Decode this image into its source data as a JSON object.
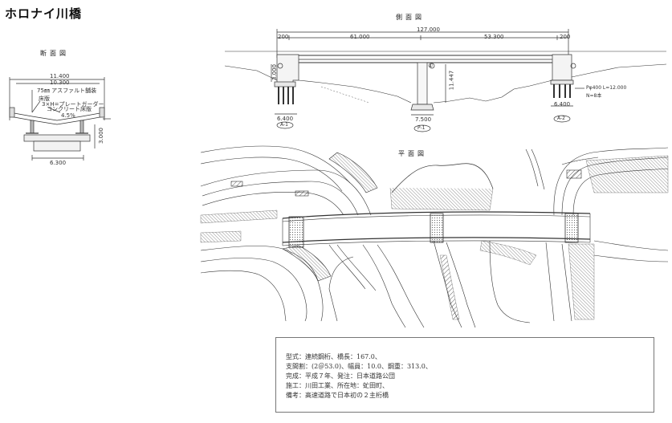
{
  "page_title": "ホロナイ川橋",
  "views": {
    "cross_section": "断面図",
    "side_view": "側面図",
    "plan_view": "平面図"
  },
  "cross_section_labels": {
    "total_width": "11.400",
    "road_width": "10.300",
    "pavement": "75㎜ アスファルト舗装",
    "slab": "床版",
    "girder": "3×H=プレートガーダー",
    "concrete": "コンクリート床版",
    "slope": "4.5%",
    "pier_height": "3.000",
    "base_width": "6.300"
  },
  "side_view_labels": {
    "total_length": "127.000",
    "end_left": "200",
    "span_left": "61.000",
    "span_right": "53.300",
    "end_right": "200",
    "abut_left_height": "3.000",
    "pier_height": "11.447",
    "abut_left_base": "6.400",
    "pier_base": "7.500",
    "abut_right_base": "6.400",
    "abut_left_tag": "A-1",
    "pier_tag": "P-1",
    "abut_right_tag": "A-2",
    "pier_number": "①",
    "abut_right_note": "Pφ400 L=12.000",
    "abut_right_note2": "N=8本"
  },
  "info": {
    "line1": "型式：連続鋼桁、橋長：167.0、",
    "line2": "支間割：(2＠53.0)、幅員：10.0、鋼重：313.0、",
    "line3": "完成：平成７年、発注：日本道路公団",
    "line4": "施工：川田工業、所在地：虻田町、",
    "line5": "備考：高速道路で日本初の２主桁橋"
  }
}
